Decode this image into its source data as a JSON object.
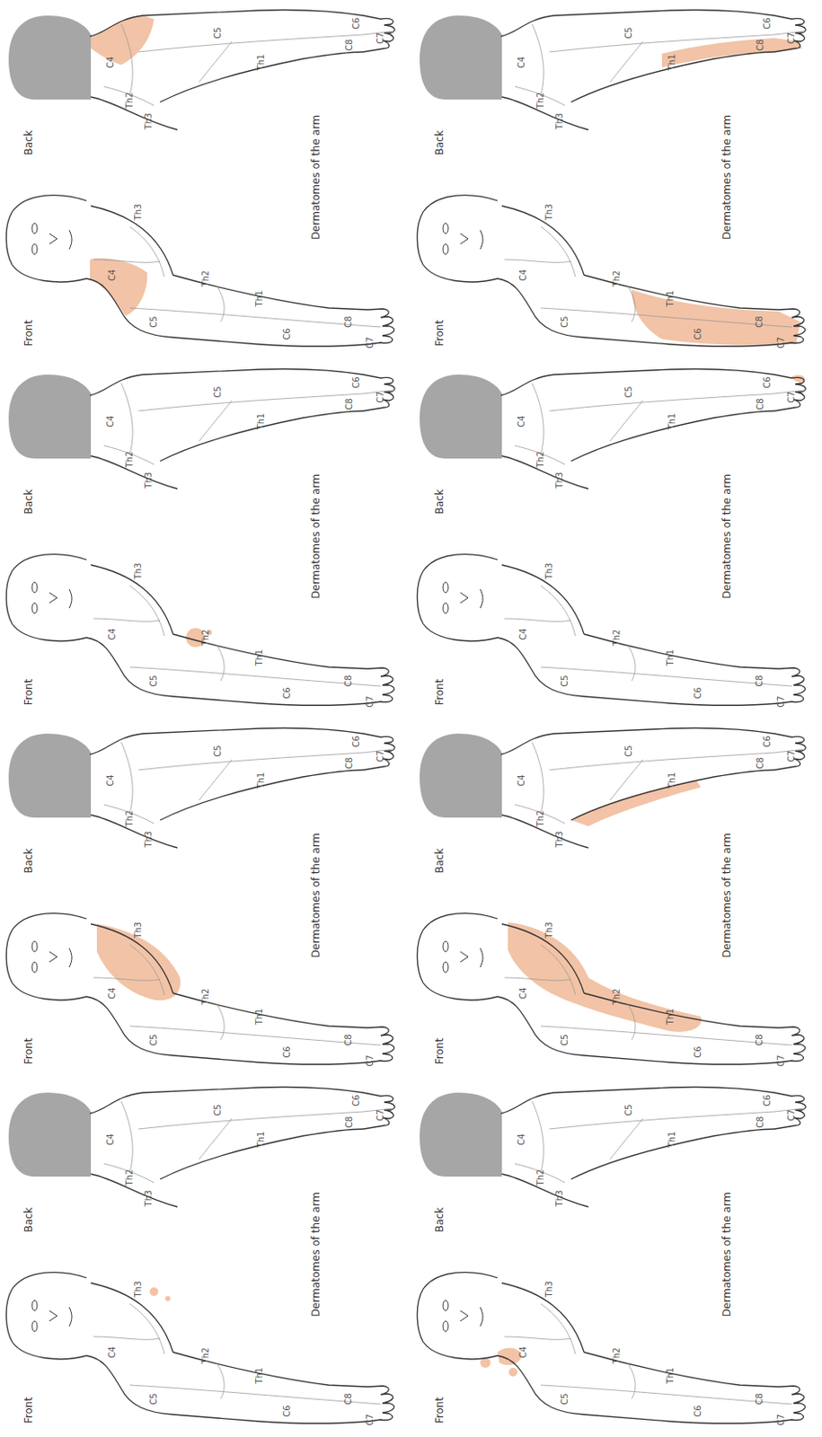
{
  "diagram": {
    "labels": [
      "Front",
      "Back",
      "C4",
      "C5",
      "Th3",
      "Th2",
      "Th1",
      "C6",
      "C8",
      "C7",
      "C4",
      "Th2",
      "Th3",
      "C5",
      "Th1",
      "C6",
      "C8",
      "C7",
      "Dermatomes of the arm",
      "Front",
      "Back",
      "C4",
      "C5",
      "Th3",
      "Th2",
      "Th1",
      "C6",
      "C8",
      "C7",
      "C4",
      "Th2",
      "Th3",
      "C5",
      "Th1",
      "C6",
      "C8",
      "C7",
      "Dermatomes of the arm",
      "Front",
      "Back",
      "C4",
      "C5",
      "Th3",
      "Th2",
      "Th1",
      "C6",
      "C8",
      "C7",
      "C4",
      "Th2",
      "Th3",
      "C5",
      "Th1",
      "C6",
      "C8",
      "C7",
      "Dermatomes of the arm",
      "Front",
      "Back",
      "C4",
      "C5",
      "Th3",
      "Th2",
      "Th1",
      "C6",
      "C8",
      "C7",
      "C4",
      "Th2",
      "Th3",
      "C5",
      "Th1",
      "C6",
      "C8",
      "C7",
      "Dermatomes of the arm",
      "Front",
      "Back",
      "C4",
      "C5",
      "Th3",
      "Th2",
      "Th1",
      "C6",
      "C8",
      "C7",
      "C4",
      "Th2",
      "Th3",
      "C5",
      "Th1",
      "C6",
      "C8",
      "C7",
      "Dermatomes of the arm",
      "Front",
      "Back",
      "C4",
      "C5",
      "Th3",
      "Th2",
      "Th1",
      "C6",
      "C8",
      "C7",
      "C4",
      "Th2",
      "Th3",
      "C5",
      "Th1",
      "C6",
      "C8",
      "C7",
      "Dermatomes of the arm",
      "Front",
      "Back",
      "C4",
      "C5",
      "Th3",
      "Th2",
      "Th1",
      "C6",
      "C8",
      "C7",
      "C4",
      "Th2",
      "Th3",
      "C5",
      "Th1",
      "C6",
      "C8",
      "C7",
      "Dermatomes of the arm",
      "Front",
      "Back",
      "C4",
      "C5",
      "Th3",
      "Th2",
      "Th1",
      "C6",
      "C8",
      "C7",
      "C4",
      "Th2",
      "Th3",
      "C5",
      "Th1",
      "C6",
      "C8",
      "C7",
      "Dermatomes of the arm"
    ]
  }
}
